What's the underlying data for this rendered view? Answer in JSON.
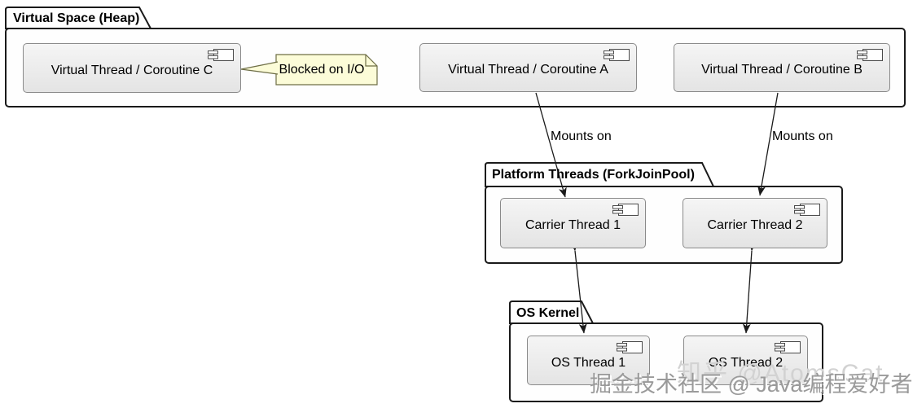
{
  "diagram": {
    "packages": [
      {
        "id": "virtual-space",
        "title": "Virtual Space (Heap)"
      },
      {
        "id": "platform-threads",
        "title": "Platform Threads (ForkJoinPool)"
      },
      {
        "id": "os-kernel",
        "title": "OS Kernel"
      }
    ],
    "components": [
      {
        "id": "virtual-thread-c",
        "label": "Virtual Thread / Coroutine C"
      },
      {
        "id": "virtual-thread-a",
        "label": "Virtual Thread / Coroutine A"
      },
      {
        "id": "virtual-thread-b",
        "label": "Virtual Thread / Coroutine B"
      },
      {
        "id": "carrier-thread-1",
        "label": "Carrier Thread 1"
      },
      {
        "id": "carrier-thread-2",
        "label": "Carrier Thread 2"
      },
      {
        "id": "os-thread-1",
        "label": "OS Thread 1"
      },
      {
        "id": "os-thread-2",
        "label": "OS Thread 2"
      }
    ],
    "note": {
      "text": "Blocked on I/O"
    },
    "edges": [
      {
        "from": "virtual-thread-a",
        "to": "carrier-thread-1",
        "label": "Mounts on",
        "direction": "one-way"
      },
      {
        "from": "virtual-thread-b",
        "to": "carrier-thread-2",
        "label": "Mounts on",
        "direction": "one-way"
      },
      {
        "from": "carrier-thread-1",
        "to": "os-thread-1",
        "label": "",
        "direction": "two-way"
      },
      {
        "from": "carrier-thread-2",
        "to": "os-thread-2",
        "label": "",
        "direction": "two-way"
      }
    ],
    "watermarks": {
      "zhihu": "知乎 @AtomsCat",
      "juejin": "掘金技术社区 @ Java编程爱好者"
    },
    "colors": {
      "package_border": "#1a1a1a",
      "package_fill": "#fefefe",
      "component_fill": "#ececec",
      "component_border": "#8a8a8a",
      "note_fill": "#fcfcd8",
      "note_border": "#6e6e46",
      "arrow": "#1a1a1a",
      "watermark_light": "#d2d2d2",
      "watermark_gray": "#9a9a9a"
    }
  }
}
